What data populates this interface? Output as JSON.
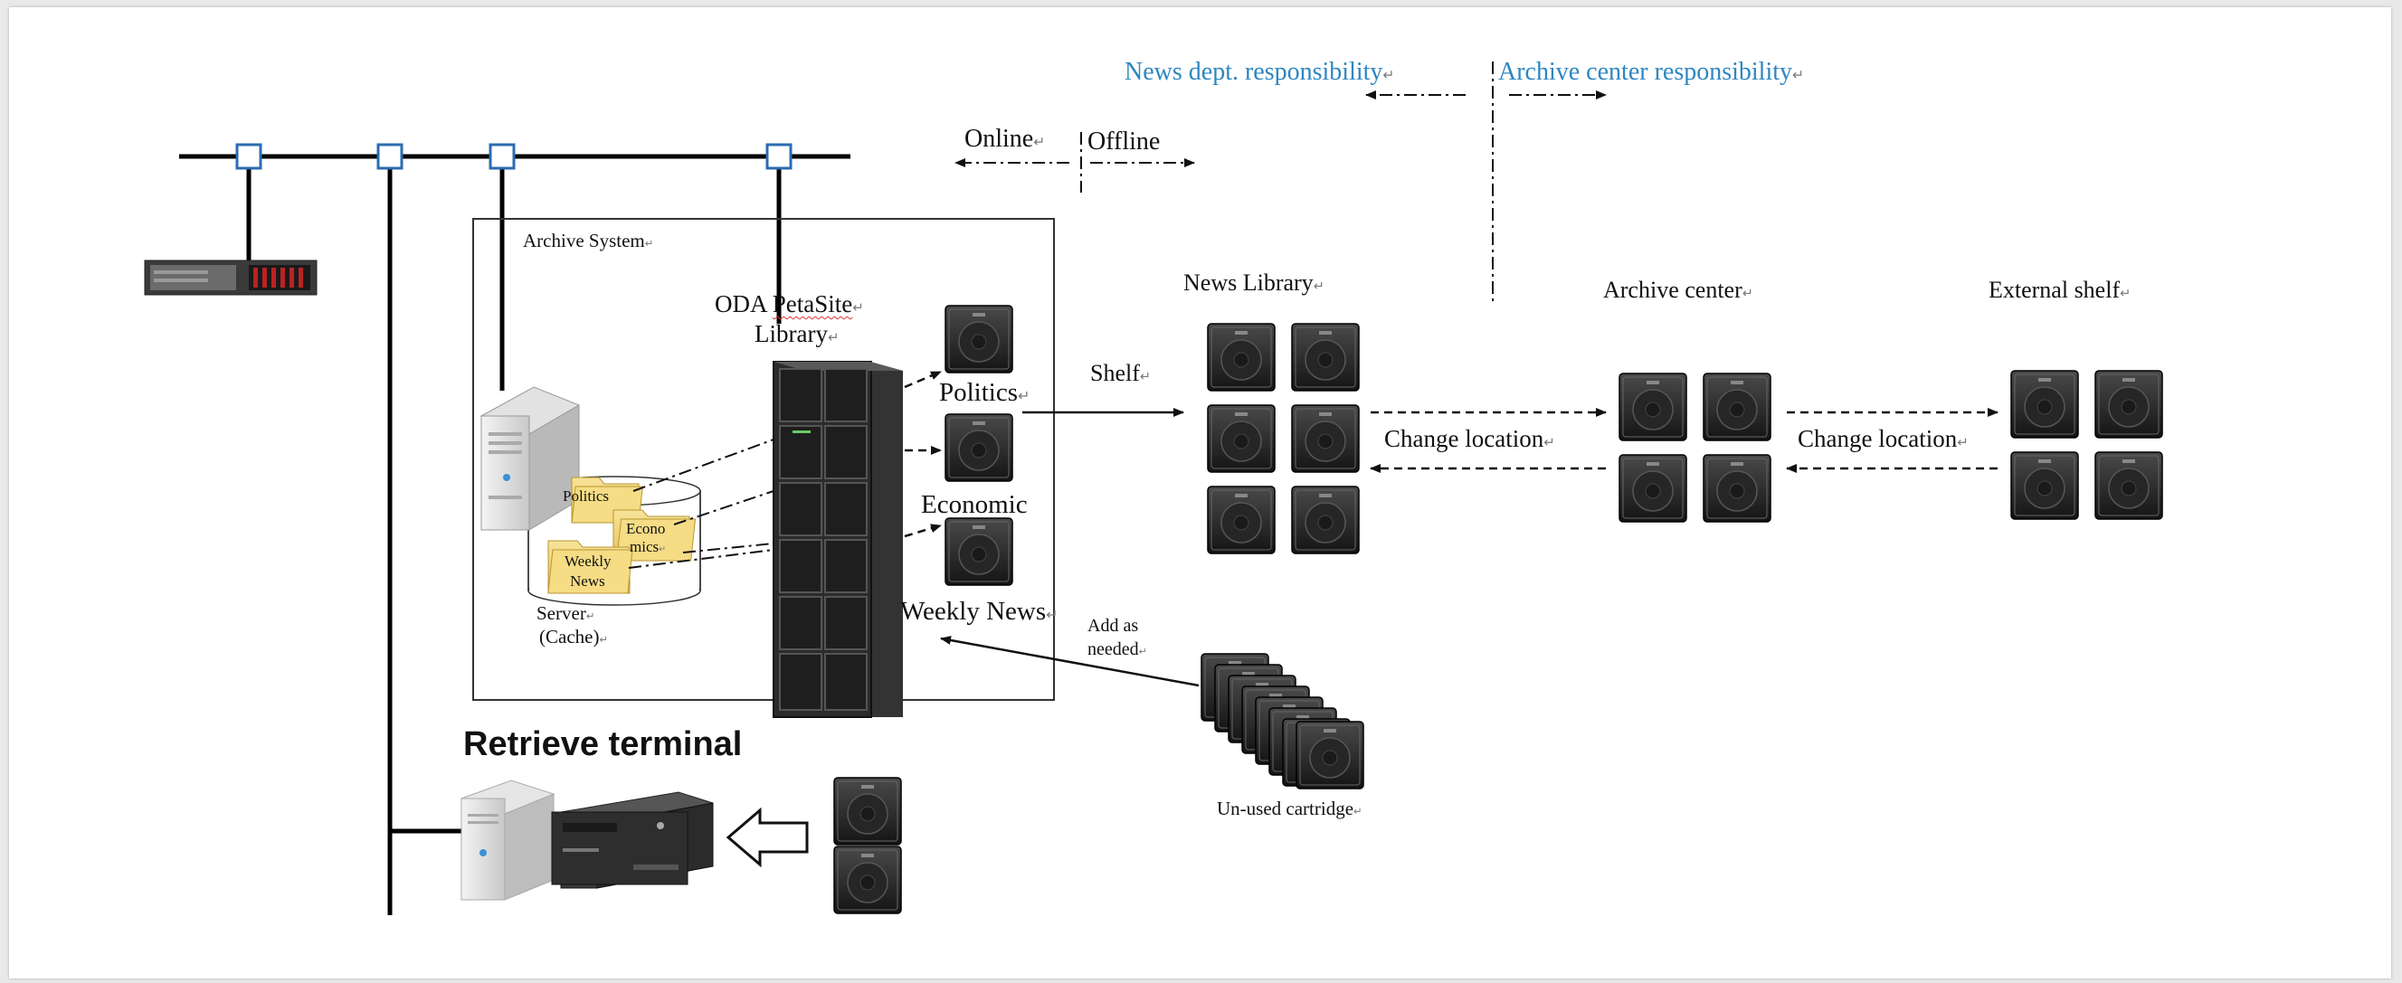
{
  "responsibility": {
    "news_dept": "News dept. responsibility",
    "archive_center": "Archive center responsibility"
  },
  "phases": {
    "online": "Online",
    "offline": "Offline"
  },
  "archive_system": {
    "title": "Archive System",
    "library_title_1": "ODA PetaSite",
    "library_title_2": "Library",
    "folders": {
      "politics": "Politics",
      "economics_1": "Econo",
      "economics_2": "mics",
      "weekly_1": "Weekly",
      "weekly_2": "News"
    },
    "server_label": "Server",
    "cache_label": "(Cache)"
  },
  "categories": {
    "politics": "Politics",
    "economic": "Economic",
    "weekly_news": "Weekly News"
  },
  "shelf_label": "Shelf",
  "locations": {
    "news_library": "News Library",
    "archive_center": "Archive center",
    "external_shelf": "External shelf"
  },
  "change_location_1": "Change location",
  "change_location_2": "Change location",
  "add_as_needed_1": "Add as",
  "add_as_needed_2": "needed",
  "unused_cartridge": "Un-used cartridge",
  "retrieve_terminal": "Retrieve terminal",
  "paragraph_mark": "↵"
}
